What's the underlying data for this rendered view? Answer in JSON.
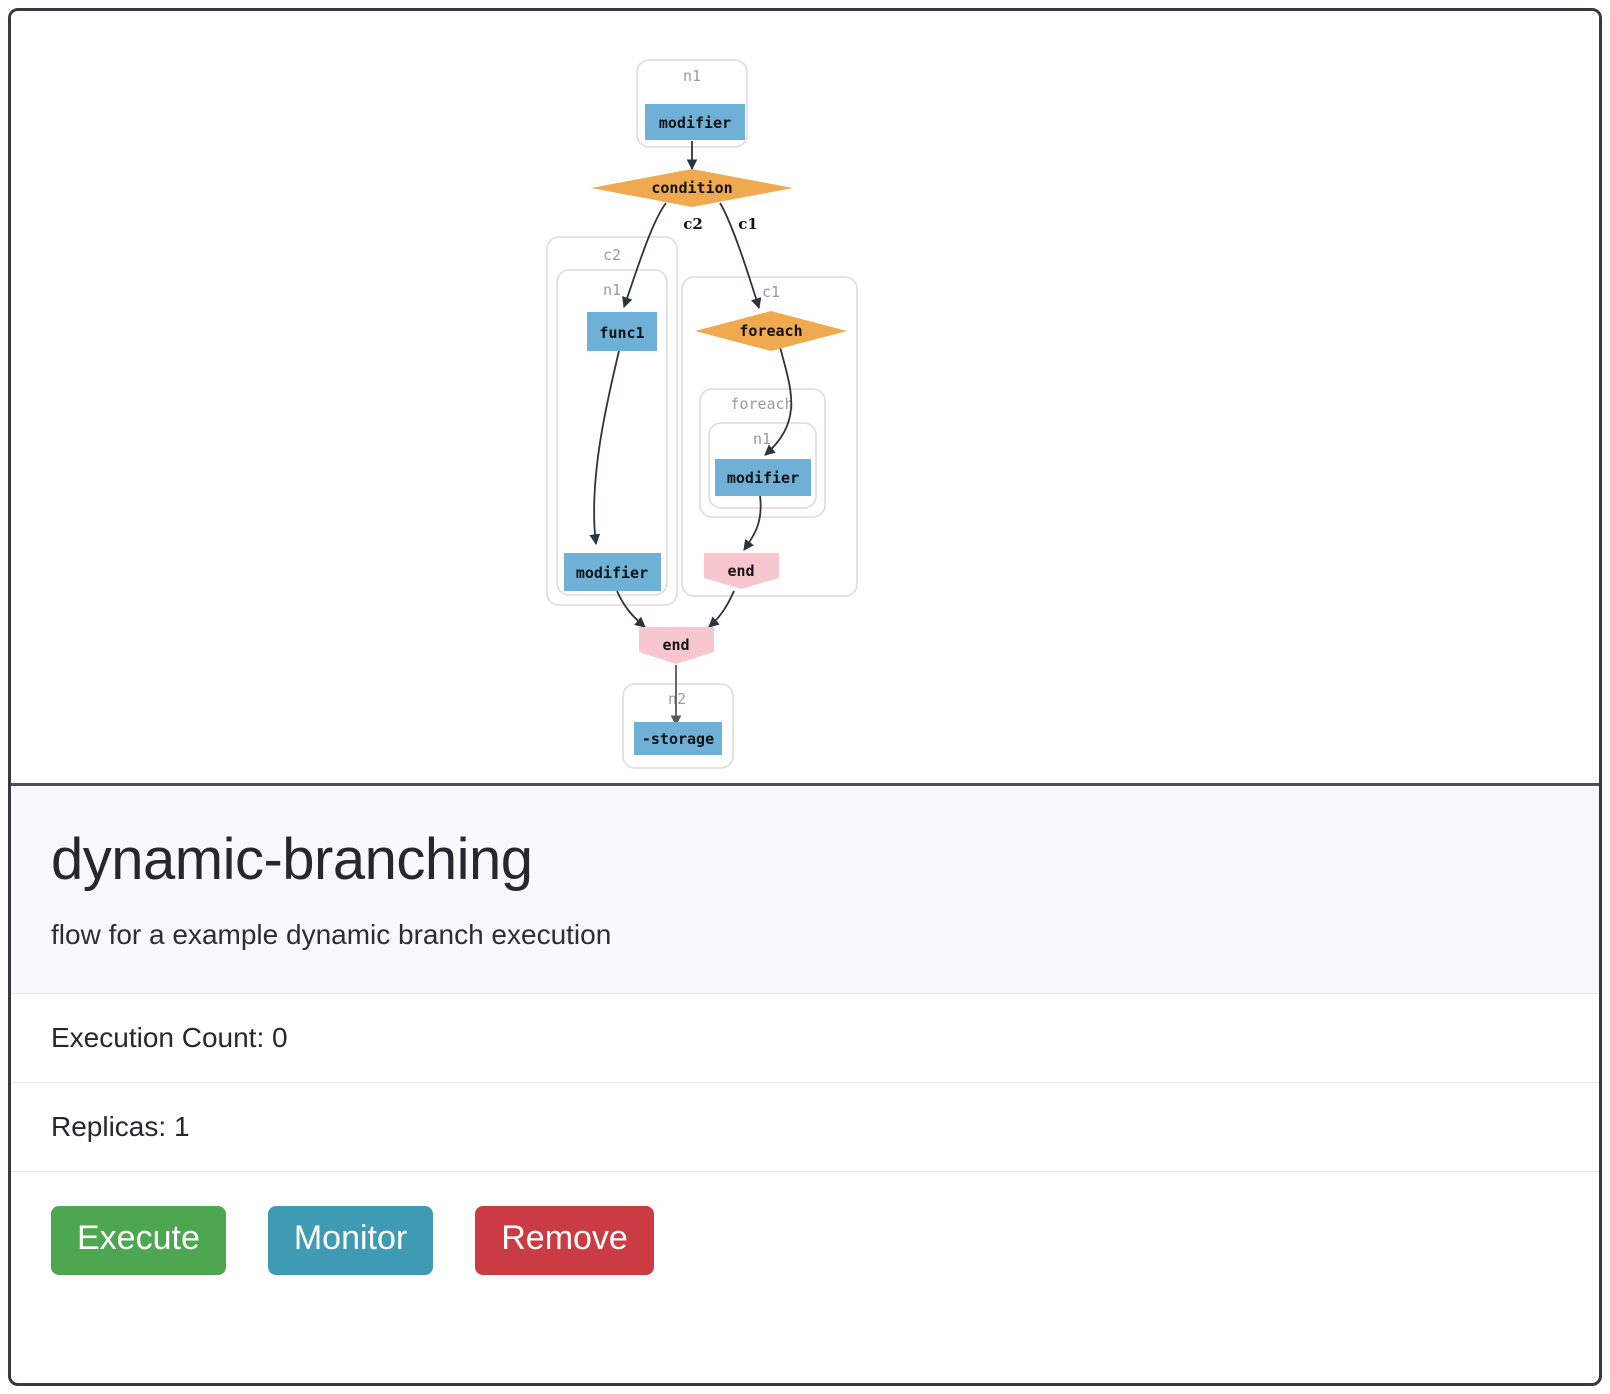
{
  "flow": {
    "title": "dynamic-branching",
    "description": "flow for a example dynamic branch execution"
  },
  "stats": [
    {
      "label": "Execution Count: 0"
    },
    {
      "label": "Replicas: 1"
    }
  ],
  "actions": {
    "execute_label": "Execute",
    "monitor_label": "Monitor",
    "remove_label": "Remove"
  },
  "colors": {
    "node_blue": "#6FB1D6",
    "node_orange": "#EFA94E",
    "node_pink": "#F7C6CF",
    "cluster_border": "#dcdcdc",
    "cluster_label": "#9a9a9a",
    "edge": "#2b3440",
    "card_border": "#343a40",
    "header_bg": "#f8f9fa",
    "btn_execute": "#4CA750",
    "btn_monitor": "#3F9BB4",
    "btn_remove": "#CB3B43"
  },
  "graph": {
    "clusters": [
      {
        "id": "cl-n1-top",
        "label": "n1"
      },
      {
        "id": "cl-c2",
        "label": "c2"
      },
      {
        "id": "cl-c2-n1",
        "label": "n1"
      },
      {
        "id": "cl-c1",
        "label": "c1"
      },
      {
        "id": "cl-foreach",
        "label": "foreach"
      },
      {
        "id": "cl-foreach-n1",
        "label": "n1"
      },
      {
        "id": "cl-n2",
        "label": "n2"
      }
    ],
    "nodes": [
      {
        "id": "modifier-top",
        "label": "modifier",
        "shape": "rect",
        "color": "blue"
      },
      {
        "id": "condition",
        "label": "condition",
        "shape": "diamond",
        "color": "orange"
      },
      {
        "id": "func1",
        "label": "func1",
        "shape": "rect",
        "color": "blue"
      },
      {
        "id": "modifier-c2",
        "label": "modifier",
        "shape": "rect",
        "color": "blue"
      },
      {
        "id": "foreach",
        "label": "foreach",
        "shape": "diamond",
        "color": "orange"
      },
      {
        "id": "modifier-foreach",
        "label": "modifier",
        "shape": "rect",
        "color": "blue"
      },
      {
        "id": "end-c1",
        "label": "end",
        "shape": "pentagon",
        "color": "pink"
      },
      {
        "id": "end-main",
        "label": "end",
        "shape": "pentagon",
        "color": "pink"
      },
      {
        "id": "storage",
        "label": "-storage",
        "shape": "rect",
        "color": "blue"
      }
    ],
    "edge_labels": [
      {
        "id": "edge-c2",
        "label": "c2"
      },
      {
        "id": "edge-c1",
        "label": "c1"
      }
    ]
  }
}
